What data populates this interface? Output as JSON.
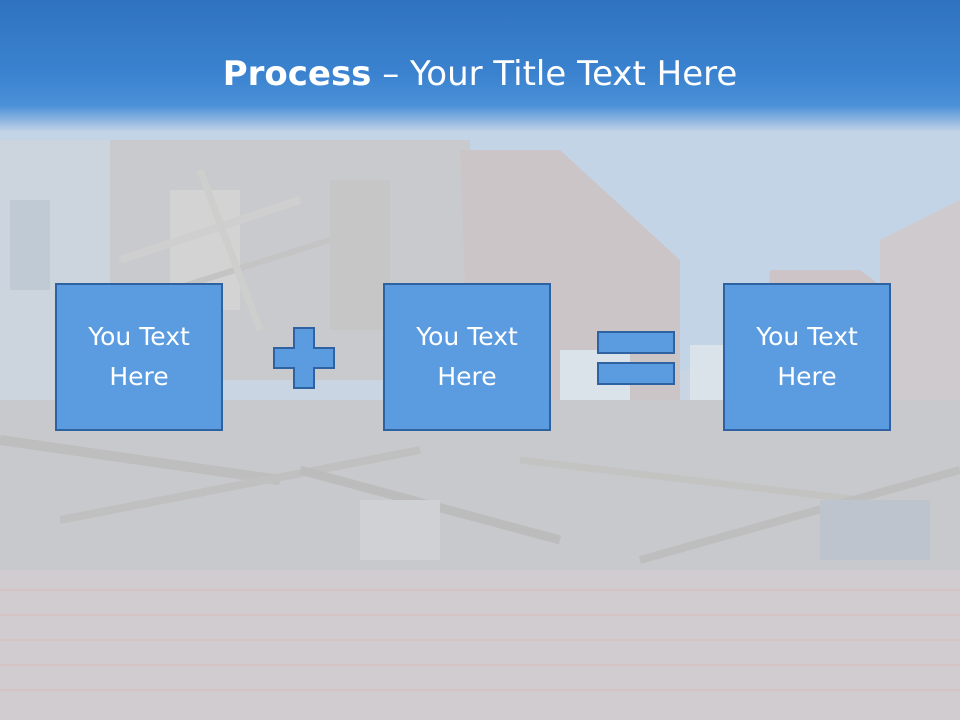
{
  "slide": {
    "title_bold": "Process",
    "title_rest": " – Your Title Text Here",
    "boxes": [
      {
        "label": "You Text Here"
      },
      {
        "label": "You Text Here"
      },
      {
        "label": "You Text Here"
      }
    ],
    "operators": [
      "plus-icon",
      "equals-icon"
    ],
    "colors": {
      "header": "#3a82cf",
      "box_fill": "#5b9be0",
      "box_border": "#2e62a0",
      "text": "#ffffff"
    }
  }
}
